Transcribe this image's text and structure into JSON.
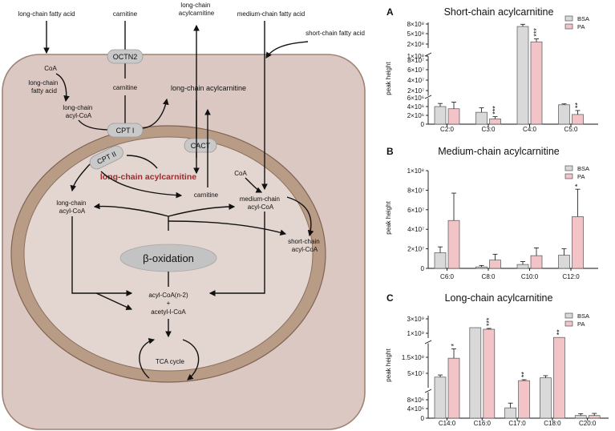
{
  "diagram": {
    "labels": {
      "lcfa_top": "long-chain fatty acid",
      "carnitine_top": "carnitine",
      "lcac_top": "long-chain acylcarnitine",
      "mcfa_top": "medium-chain fatty acid",
      "scfa_top": "short-chain fatty acid",
      "coa_cyto": "CoA",
      "lcfa_cyto": "long-chain fatty acid",
      "lcacoa_cyto": "long-chain acyl-CoA",
      "carnitine_cyto": "carnitine",
      "lcac_cyto": "long-chain acylcarnitine",
      "lcac_mito": "long-chain acylcarnitine",
      "coa_mito": "CoA",
      "carnitine_mito": "carnitine",
      "lcacoa_mito": "long-chain acyl-CoA",
      "mcacoa_mito": "medium-chain acyl-CoA",
      "scacoa_mito": "short-chain acyl-CoA",
      "beta_ox": "β-oxidation",
      "acylcoa_n2": "acyl-CoA(n-2)",
      "plus": "+",
      "acetyl": "acetyl-l-CoA",
      "tca": "TCA  cycle"
    },
    "transporters": {
      "octn2": "OCTN2",
      "cpt1": "CPT I",
      "cpt2": "CPT II",
      "cact": "CACT"
    },
    "colors": {
      "cell_fill": "#dcc8c3",
      "membrane": "#b99c86",
      "mito_outer": "#a4866c",
      "mito_inner": "#e3d5cf",
      "highlight_text": "#a5282c",
      "pill": "#c9c9c9"
    }
  },
  "chart_data": [
    {
      "panel": "A",
      "type": "bar",
      "title": "Short-chain acylcarnitine",
      "ylabel": "peak height",
      "categories": [
        "C2:0",
        "C3:0",
        "C4:0",
        "C5:0"
      ],
      "series": [
        {
          "name": "BSA",
          "values": [
            4000000,
            2700000,
            690000000,
            4400000
          ],
          "errors": [
            700000,
            1000000,
            60000000,
            200000
          ]
        },
        {
          "name": "PA",
          "values": [
            3500000,
            1200000,
            270000000,
            2200000
          ],
          "errors": [
            1500000,
            500000,
            80000000,
            900000
          ]
        }
      ],
      "significance": [
        "",
        "***",
        "***",
        "**"
      ],
      "axis_segments": [
        {
          "range": [
            0,
            6000000
          ],
          "ticks": [
            "0",
            "2×10⁶",
            "4×10⁶",
            "6×10⁶"
          ]
        },
        {
          "range": [
            0,
            100000000
          ],
          "ticks": [
            "2×10⁷",
            "4×10⁷",
            "6×10⁷",
            "8×10⁷",
            "1×10⁸"
          ]
        },
        {
          "range": [
            100000000,
            800000000
          ],
          "ticks": [
            "2×10⁸",
            "5×10⁸",
            "8×10⁸"
          ]
        }
      ],
      "legend": [
        "BSA",
        "PA"
      ],
      "legend_position": "top-right",
      "colors": {
        "BSA": "#d9d9d9",
        "PA": "#f2c4c8"
      }
    },
    {
      "panel": "B",
      "type": "bar",
      "title": "Medium-chain acylcarnitine",
      "ylabel": "peak height",
      "categories": [
        "C6:0",
        "C8:0",
        "C10:0",
        "C12:0"
      ],
      "series": [
        {
          "name": "BSA",
          "values": [
            16000000,
            1500000,
            4000000,
            13500000
          ],
          "errors": [
            6000000,
            1500000,
            3000000,
            6500000
          ]
        },
        {
          "name": "PA",
          "values": [
            49000000,
            8500000,
            13000000,
            53000000
          ],
          "errors": [
            28000000,
            6000000,
            8000000,
            28000000
          ]
        }
      ],
      "significance": [
        "",
        "",
        "",
        "*"
      ],
      "ylim": [
        0,
        100000000
      ],
      "yticks": [
        "0",
        "2×10⁷",
        "4×10⁷",
        "6×10⁷",
        "8×10⁷",
        "1×10⁸"
      ],
      "legend": [
        "BSA",
        "PA"
      ],
      "legend_position": "top-right",
      "colors": {
        "BSA": "#d9d9d9",
        "PA": "#f2c4c8"
      }
    },
    {
      "panel": "C",
      "type": "bar",
      "title": "Long-chain acylcarnitine",
      "ylabel": "peak height",
      "categories": [
        "C14:0",
        "C16:0",
        "C17:0",
        "C18:0",
        "C20:0"
      ],
      "series": [
        {
          "name": "BSA",
          "values": [
            55000000,
            1500000000,
            3900000,
            52000000,
            1000000
          ],
          "errors": [
            9000000,
            0,
            1800000,
            9000000,
            700000
          ]
        },
        {
          "name": "PA",
          "values": [
            135000000,
            1300000000,
            40000000,
            280000000,
            1000000
          ],
          "errors": [
            40000000,
            100000000,
            4000000,
            0,
            800000
          ]
        }
      ],
      "significance": [
        "*",
        "***",
        "**",
        "**",
        ""
      ],
      "axis_segments": [
        {
          "range": [
            0,
            10000000
          ],
          "ticks": [
            "0",
            "4×10⁶",
            "8×10⁶"
          ]
        },
        {
          "range": [
            10000000,
            200000000
          ],
          "ticks": [
            "5×10⁷",
            "1.5×10⁸"
          ]
        },
        {
          "range": [
            200000000,
            3000000000
          ],
          "ticks": [
            "1×10⁹",
            "3×10⁹"
          ]
        }
      ],
      "legend": [
        "BSA",
        "PA"
      ],
      "legend_position": "top-right",
      "colors": {
        "BSA": "#d9d9d9",
        "PA": "#f2c4c8"
      }
    }
  ]
}
